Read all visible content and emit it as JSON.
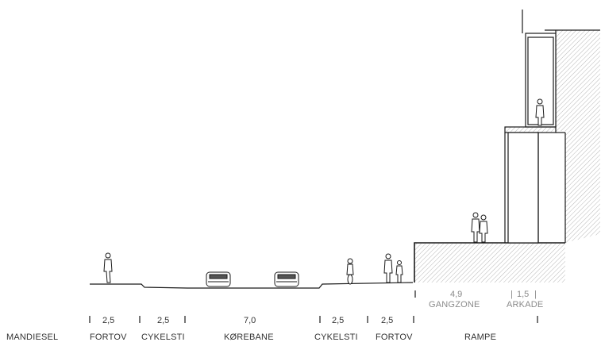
{
  "diagram": {
    "row_labels": {
      "left": "MANDIESEL"
    },
    "street_zones": [
      {
        "width": "2,5",
        "name": "FORTOV"
      },
      {
        "width": "2,5",
        "name": "CYKELSTI"
      },
      {
        "width": "7,0",
        "name": "KØREBANE"
      },
      {
        "width": "2,5",
        "name": "CYKELSTI"
      },
      {
        "width": "2,5",
        "name": "FORTOV"
      }
    ],
    "building_zones": [
      {
        "width": "4,9",
        "name": "GANGZONE"
      },
      {
        "width": "1,5",
        "name": "ARKADE"
      }
    ],
    "rampe_label": "RAMPE",
    "colors": {
      "line": "#1a1a1a",
      "hatch": "#9a9a9a",
      "text": "#333333",
      "building_text": "#8a8a8a"
    }
  }
}
